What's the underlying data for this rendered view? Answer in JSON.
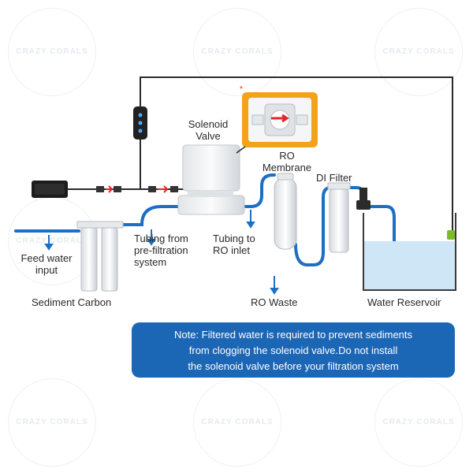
{
  "watermark": {
    "text": "CRAZY CORALS"
  },
  "labels": {
    "solenoid_valve": [
      "Solenoid",
      "Valve"
    ],
    "ro_membrane": [
      "RO",
      "Membrane"
    ],
    "di_filter": "DI Filter",
    "feed_water_input": [
      "Feed water",
      "input"
    ],
    "sediment_carbon": "Sediment Carbon",
    "tubing_prefiltration": [
      "Tubing  from",
      "pre-filtration",
      "system"
    ],
    "tubing_ro_inlet": [
      "Tubing to",
      "RO inlet"
    ],
    "ro_waste": "RO Waste",
    "water_reservoir": "Water Reservoir"
  },
  "note": {
    "lines": [
      "Note: Filtered water is required to prevent sediments",
      "from clogging the solenoid valve.Do not install",
      "the solenoid valve before your filtration system"
    ]
  },
  "colors": {
    "water_line": "#1d6fc4",
    "wire": "#2a2a2a",
    "note_bg": "#1c66b6",
    "zoom_frame": "#f2a31b",
    "reservoir_water": "#cfe6f7",
    "arrow_red": "#e0252b"
  }
}
